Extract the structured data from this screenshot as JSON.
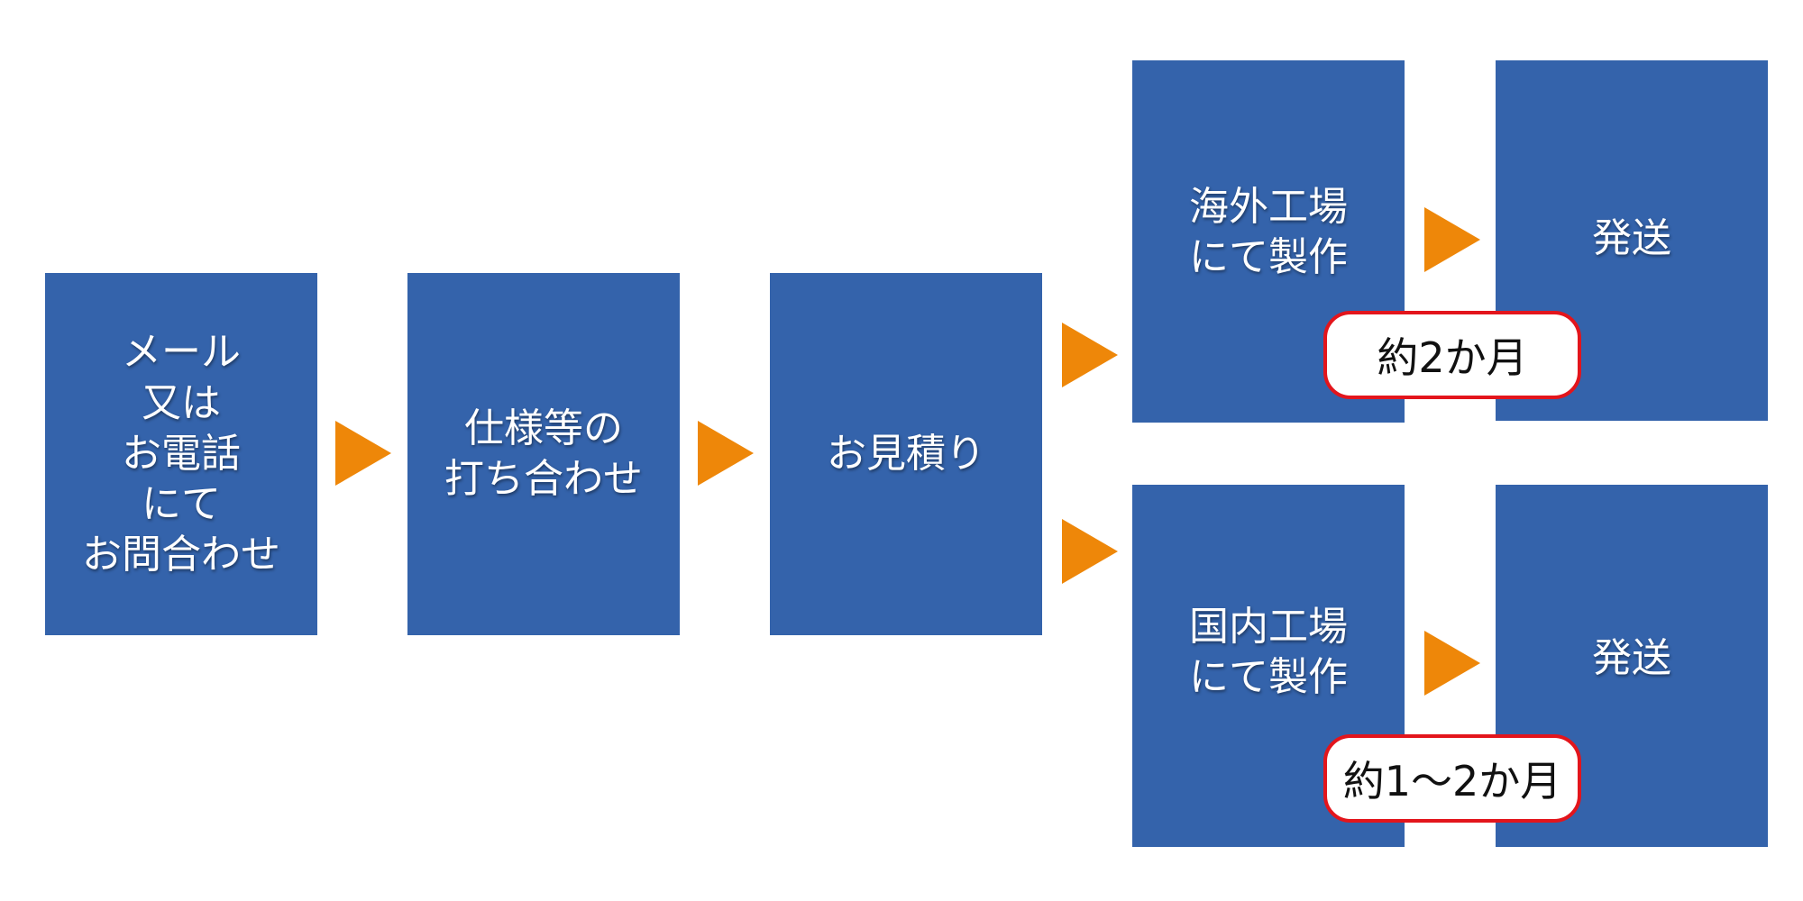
{
  "colors": {
    "box_fill": "#3463ab",
    "box_text": "#ffffff",
    "arrow": "#ee8709",
    "badge_border": "#e3151c",
    "badge_fill": "#ffffff",
    "badge_text": "#111111"
  },
  "steps": {
    "inquiry": {
      "lines": [
        "メール",
        "又は",
        "お電話",
        "にて",
        "お問合わせ"
      ]
    },
    "spec": {
      "lines": [
        "仕様等の",
        "打ち合わせ"
      ]
    },
    "quote": {
      "lines": [
        "お見積り"
      ]
    },
    "overseas": {
      "lines": [
        "海外工場",
        "にて製作"
      ],
      "shipping": "発送",
      "duration": "約2か月"
    },
    "domestic": {
      "lines": [
        "国内工場",
        "にて製作"
      ],
      "shipping": "発送",
      "duration": "約1～2か月"
    }
  },
  "icons": {
    "arrow": "orange-right-triangle"
  }
}
